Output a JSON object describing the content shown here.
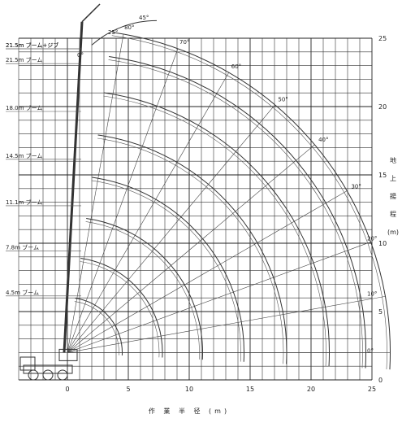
{
  "diagram": {
    "x_axis": {
      "title": "作 業 半 径 (m)",
      "ticks": [
        "0",
        "5",
        "10",
        "15",
        "20",
        "25"
      ]
    },
    "y_axis": {
      "title_chars": [
        "地",
        "上",
        "揚",
        "程",
        "(m)"
      ],
      "ticks": [
        "0",
        "5",
        "10",
        "15",
        "20",
        "25"
      ]
    },
    "boom_labels": [
      {
        "text": "4.5m ブーム",
        "length": 4.5
      },
      {
        "text": "7.8m ブーム",
        "length": 7.8
      },
      {
        "text": "11.1m ブーム",
        "length": 11.1
      },
      {
        "text": "14.5m ブーム",
        "length": 14.5
      },
      {
        "text": "18.0m ブーム",
        "length": 18.0
      },
      {
        "text": "21.5m ブーム",
        "length": 21.5
      },
      {
        "text": "21.5m ブーム+ジブ",
        "length": 24.5
      },
      {
        "text": "21.5m ブーム+ジブ",
        "length": 26.5
      }
    ],
    "angle_labels": [
      "80°",
      "70°",
      "60°",
      "50°",
      "40°",
      "30°",
      "20°",
      "10°",
      "0°"
    ],
    "jib_angle_labels": [
      "0°",
      "25°",
      "45°"
    ],
    "colors": {
      "line": "#333333",
      "background": "#ffffff"
    }
  }
}
